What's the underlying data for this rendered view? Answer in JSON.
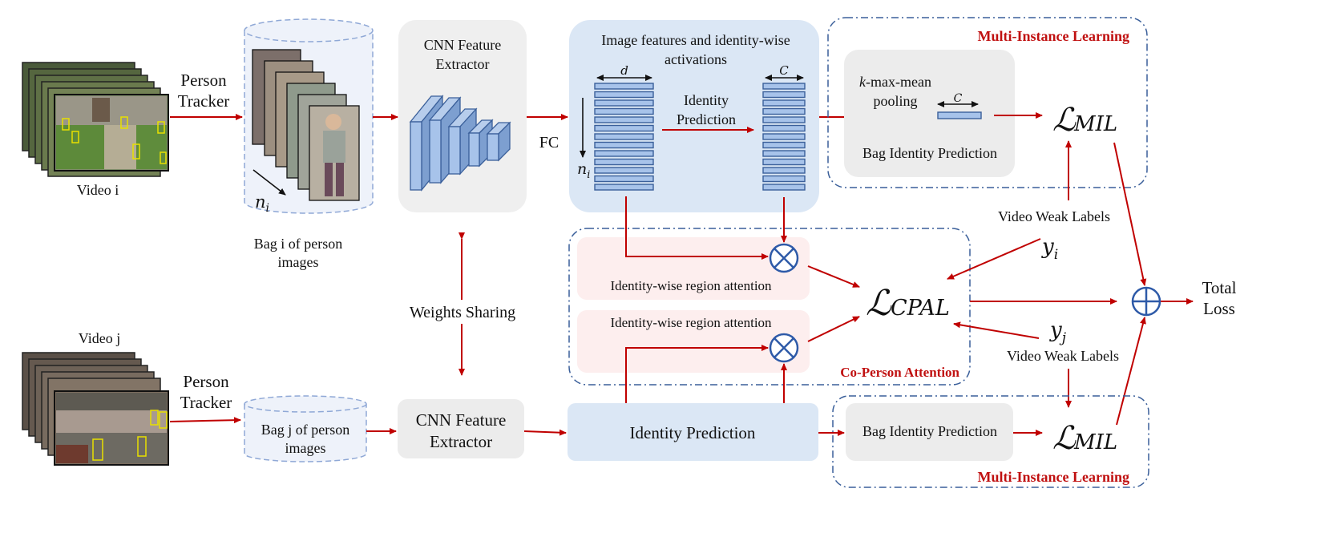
{
  "top": {
    "video_label": "Video i",
    "tracker_label_1": "Person",
    "tracker_label_2": "Tracker",
    "bag_size_label": "n",
    "bag_size_sub": "i",
    "bag_caption_1": "Bag i of person",
    "bag_caption_2": "images",
    "cnn_label_1": "CNN Feature",
    "cnn_label_2": "Extractor",
    "fc_label": "FC",
    "features_title_1": "Image features and identity-wise",
    "features_title_2": "activations",
    "dim_d": "d",
    "dim_c": "C",
    "rows_label": "n",
    "rows_sub": "i",
    "identity_prediction_1": "Identity",
    "identity_prediction_2": "Prediction",
    "mil_title": "Multi-Instance Learning",
    "pooling_1": "k-max-mean",
    "pooling_2": "pooling",
    "pool_dim": "C",
    "bag_identity_prediction": "Bag Identity Prediction",
    "loss_mil": "MIL"
  },
  "middle": {
    "weights_sharing": "Weights Sharing",
    "video_weak_labels_top": "Video Weak Labels",
    "yi": "y",
    "yi_sub": "i",
    "yj": "y",
    "yj_sub": "j",
    "video_weak_labels_bottom": "Video Weak Labels",
    "region_attention_1": "Identity-wise region attention",
    "region_attention_2": "Identity-wise region attention",
    "co_person_attention": "Co-Person Attention",
    "loss_cpal": "CPAL",
    "total_loss_1": "Total",
    "total_loss_2": "Loss"
  },
  "bottom": {
    "video_label": "Video j",
    "tracker_label_1": "Person",
    "tracker_label_2": "Tracker",
    "bag_label_1": "Bag j of person",
    "bag_label_2": "images",
    "cnn_label_1": "CNN Feature",
    "cnn_label_2": "Extractor",
    "identity_prediction": "Identity Prediction",
    "bag_identity_prediction": "Bag Identity Prediction",
    "loss_mil": "MIL",
    "mil_title": "Multi-Instance Learning"
  },
  "colors": {
    "arrow": "#c00000",
    "title_red": "#c01010",
    "feature_panel": "#dbe7f5",
    "attention_panel": "#fdeeee",
    "gray_box": "#ececec",
    "dashed_border": "#3a5f9a"
  }
}
